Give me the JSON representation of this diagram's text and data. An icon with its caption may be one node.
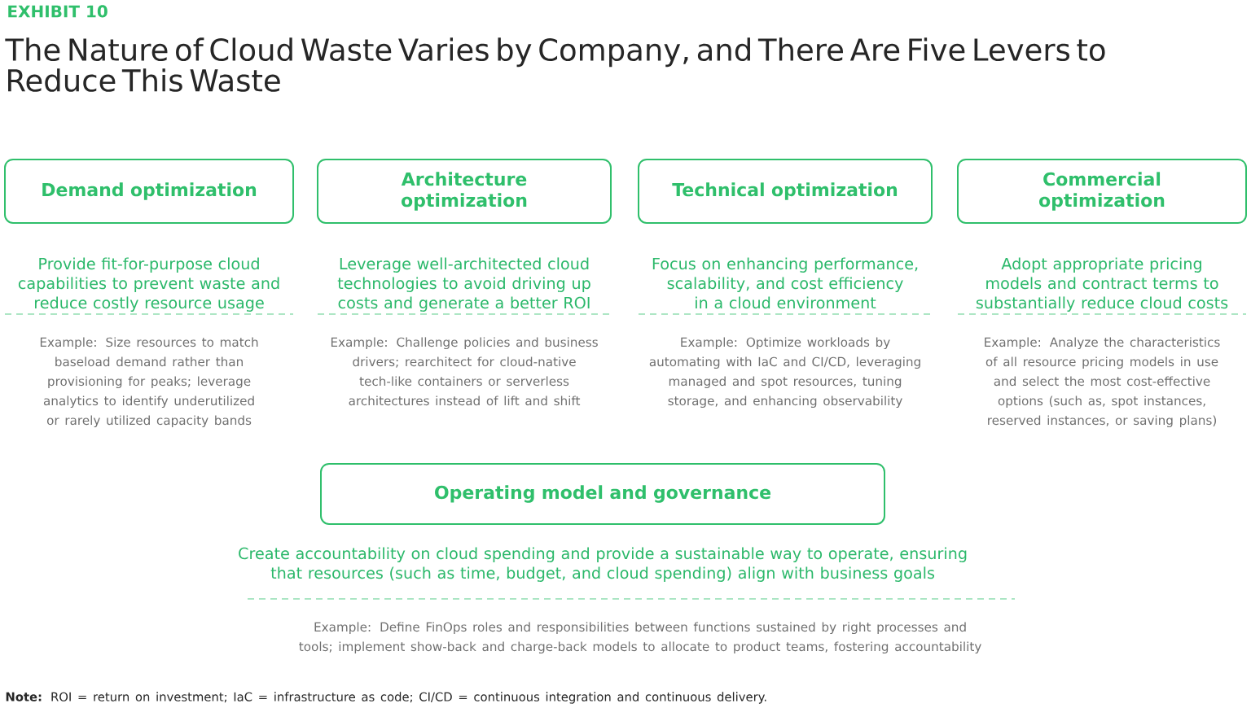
{
  "diagram": {
    "title": "The Nature of Cloud Waste Varies by Company, and There Are Five Levers to Reduce This Waste",
    "nodes": [
      {
        "text": [
          "Demand optimization"
        ],
        "beside": [
          "Provide fit-for-purpose cloud capabilities to prevent waste and reduce costly resource usage",
          "Example: Size resources to match baseload demand rather than provisioning for peaks; leverage analytics to identify underutilized or rarely utilized capacity bands"
        ]
      },
      {
        "text": [
          "Architecture optimization"
        ],
        "beside": [
          "Leverage well-architected cloud technologies to avoid driving up costs and generate a better ROI",
          "Example: Challenge policies and business drivers; rearchitect for cloud-native tech-like containers or serverless architectures instead of lift and shift"
        ]
      },
      {
        "text": [
          "Technical optimization"
        ],
        "beside": [
          "Focus on enhancing performance, scalability, and cost efficiency in a cloud environment",
          "Example: Optimize workloads by automating with IaC and CI/CD, leveraging managed and spot resources, tuning storage, and enhancing observability"
        ]
      },
      {
        "text": [
          "Commercial optimization"
        ],
        "beside": [
          "Adopt appropriate pricing models and contract terms to substantially reduce cloud costs",
          "Example: Analyze the characteristics of all resource pricing models in use and select the most cost-effective options (such as, spot instances, reserved instances, or saving plans)"
        ]
      },
      {
        "text": [
          "Operating model and governance"
        ],
        "beside": [
          "Create accountability on cloud spending and provide a sustainable way to operate, ensuring that resources (such as time, budget, and cloud spending) align with business goals",
          "Example: Define FinOps roles and responsibilities between functions sustained by right processes and tools; implement show-back and charge-back models to allocate to product teams, fostering accountability"
        ]
      }
    ],
    "labels": [
      "EXHIBIT 10",
      "**Note:** ROI = return on investment; IaC = infrastructure as code; CI/CD = continuous integration and continuous delivery."
    ]
  }
}
